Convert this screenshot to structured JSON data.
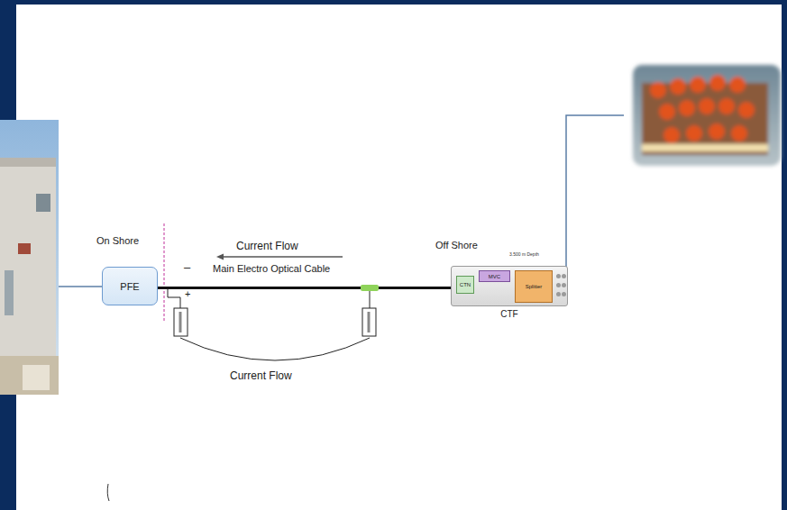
{
  "diagram": {
    "nodes": [
      {
        "text": [
          "PFE"
        ]
      },
      {
        "text": [
          "CTF"
        ]
      },
      {
        "text": [
          "CTN"
        ],
        "in": 1
      },
      {
        "text": [
          "MVC"
        ],
        "in": 1
      },
      {
        "text": [
          "Splitter"
        ],
        "in": 1
      }
    ],
    "edges": [
      {
        "from": 0,
        "to": 1,
        "arrow": "none",
        "label": "Main Electro Optical Cable"
      }
    ],
    "labels": [
      "On Shore",
      "Current Flow",
      "–",
      "+",
      "Off Shore",
      "3.500 m Depth",
      "Current Flow"
    ]
  }
}
